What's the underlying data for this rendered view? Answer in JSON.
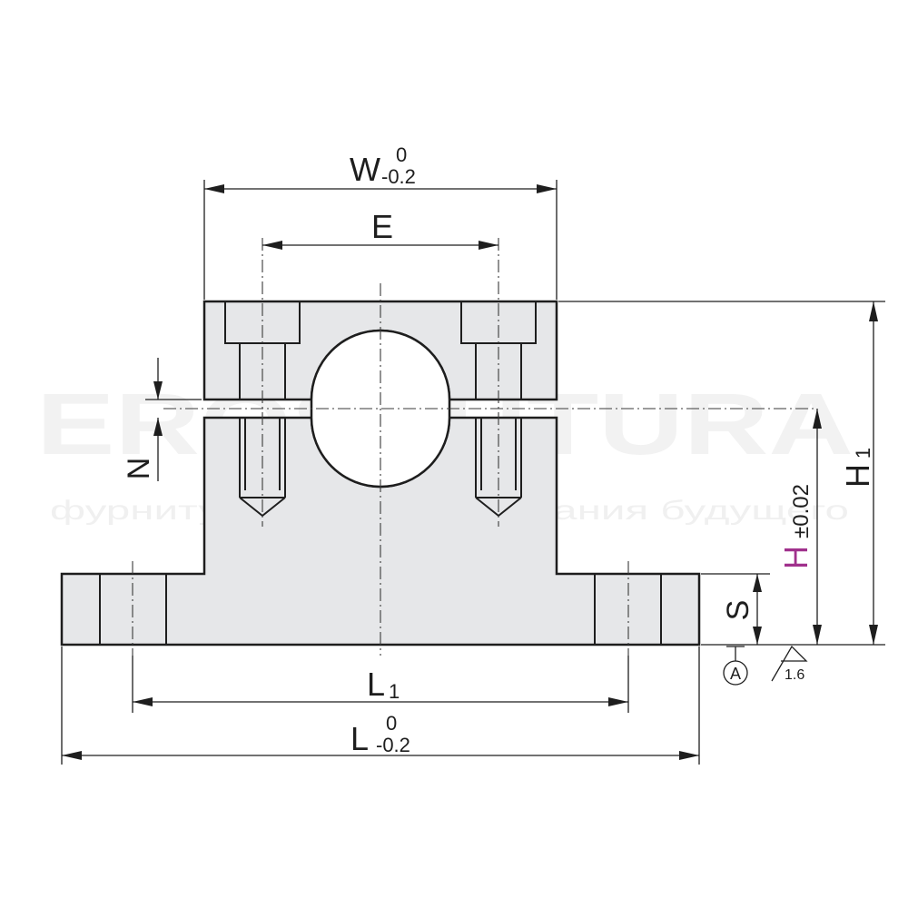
{
  "watermark": {
    "brand": "EROSFUTURA",
    "tagline": "фурнитура для оборудования будущего"
  },
  "dimensions": {
    "W": {
      "symbol": "W",
      "tol_upper": "0",
      "tol_lower": "-0.2"
    },
    "E": {
      "symbol": "E"
    },
    "N": {
      "symbol": "N"
    },
    "L1": {
      "symbol": "L",
      "sub": "1"
    },
    "L": {
      "symbol": "L",
      "tol_upper": "0",
      "tol_lower": "-0.2"
    },
    "S": {
      "symbol": "S"
    },
    "H": {
      "symbol": "H",
      "tol": "±0.02",
      "color": "#a0308c"
    },
    "H1": {
      "symbol": "H",
      "sub": "1"
    }
  },
  "datum": {
    "label": "A"
  },
  "roughness": {
    "value": "1.6"
  }
}
